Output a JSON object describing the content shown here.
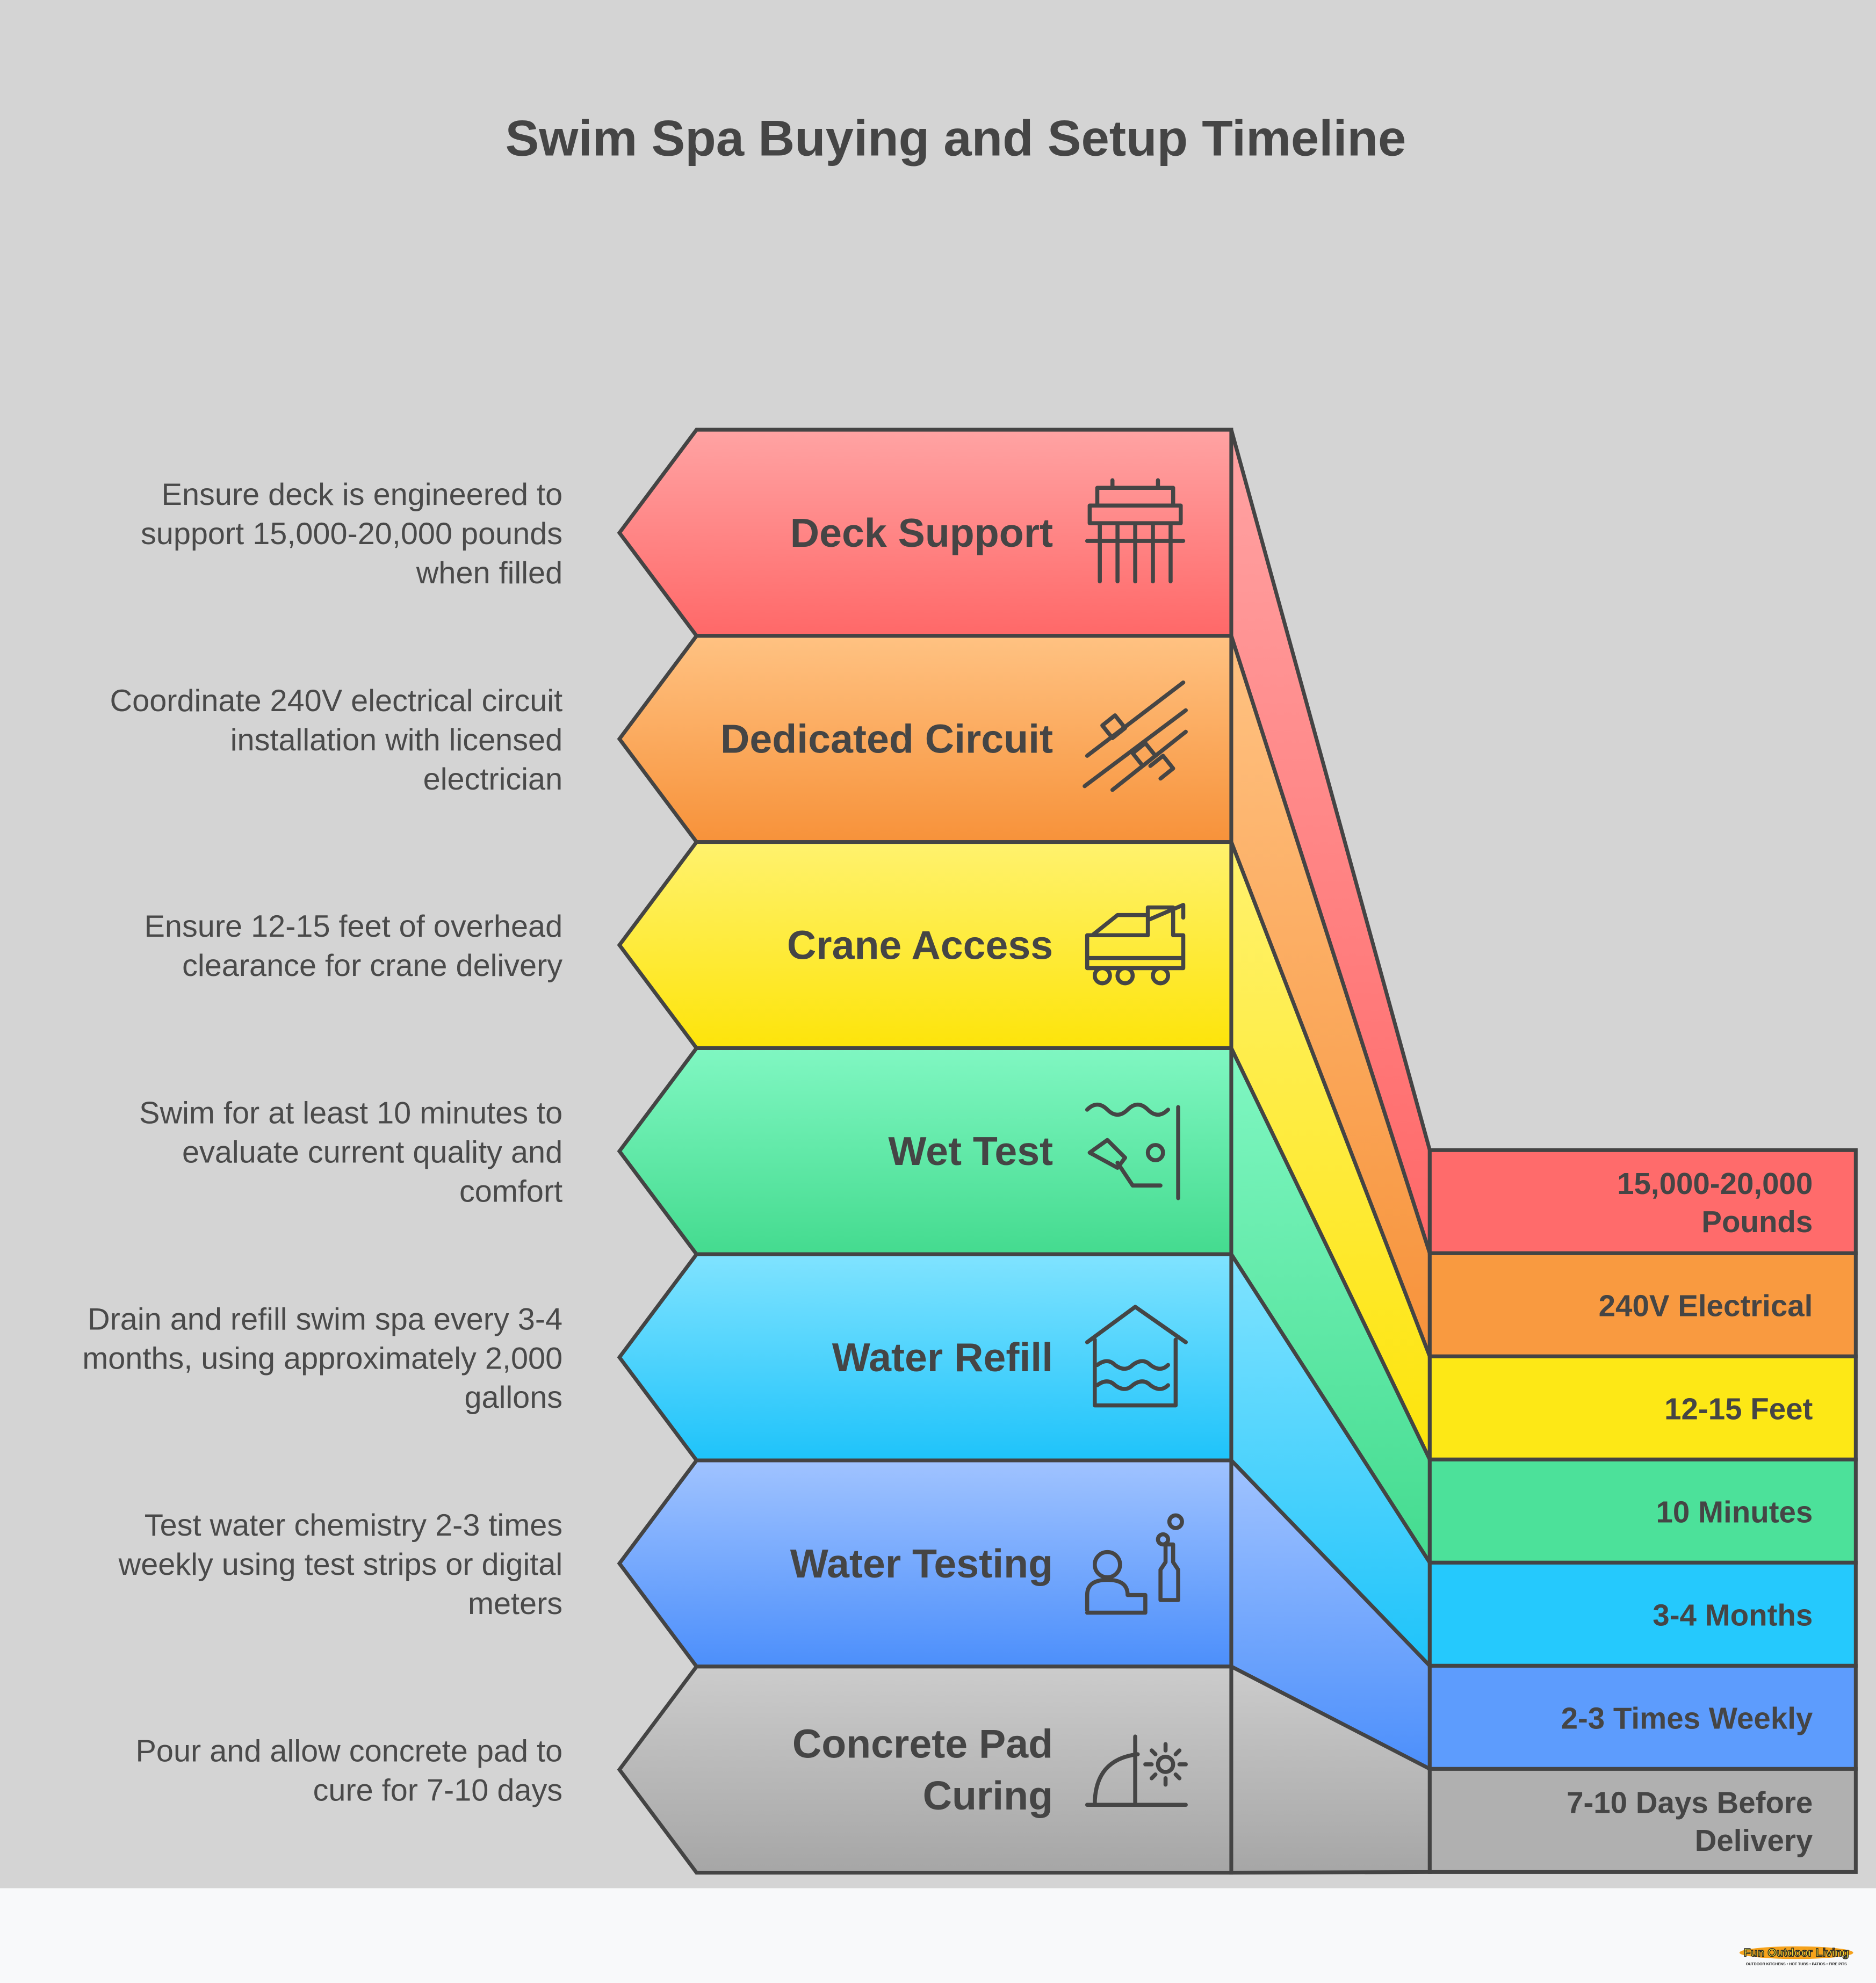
{
  "title": "Swim Spa Buying and Setup Timeline",
  "background_color": "#d4d4d4",
  "steps": [
    {
      "label": [
        "Deck Support"
      ],
      "icon": "deck-icon",
      "description": [
        "Ensure deck is engineered to",
        "support 15,000-20,000 pounds",
        "when filled"
      ],
      "value": [
        "15,000-20,000",
        "Pounds"
      ],
      "color_top": "#ffa3a3",
      "color_bottom": "#ff6868",
      "box_color": "#ff6b6b"
    },
    {
      "label": [
        "Dedicated Circuit"
      ],
      "icon": "electrical-fuse-icon",
      "description": [
        "Coordinate 240V electrical circuit",
        "installation with licensed",
        "electrician"
      ],
      "value": [
        "240V Electrical"
      ],
      "color_top": "#ffc282",
      "color_bottom": "#f7923a",
      "box_color": "#f99a40"
    },
    {
      "label": [
        "Crane Access"
      ],
      "icon": "crane-truck-icon",
      "description": [
        "Ensure 12-15 feet of overhead",
        "clearance for crane delivery"
      ],
      "value": [
        "12-15 Feet"
      ],
      "color_top": "#fff26e",
      "color_bottom": "#fde40a",
      "box_color": "#fde816"
    },
    {
      "label": [
        "Wet Test"
      ],
      "icon": "swimmer-icon",
      "description": [
        "Swim for at least 10 minutes to",
        "evaluate current quality and",
        "comfort"
      ],
      "value": [
        "10 Minutes"
      ],
      "color_top": "#80f7c2",
      "color_bottom": "#44db8f",
      "box_color": "#4ce19a"
    },
    {
      "label": [
        "Water Refill"
      ],
      "icon": "water-house-icon",
      "description": [
        "Drain and refill swim spa every 3-4",
        "months, using approximately 2,000",
        "gallons"
      ],
      "value": [
        "3-4 Months"
      ],
      "color_top": "#80e3ff",
      "color_bottom": "#1ec3fa",
      "box_color": "#25c9fd"
    },
    {
      "label": [
        "Water Testing"
      ],
      "icon": "chemist-bottle-icon",
      "description": [
        "Test water chemistry 2-3 times",
        "weekly using test strips or digital",
        "meters"
      ],
      "value": [
        "2-3 Times Weekly"
      ],
      "color_top": "#a0c3ff",
      "color_bottom": "#4c8ffb",
      "box_color": "#5d9cfd"
    },
    {
      "label": [
        "Concrete Pad",
        "Curing"
      ],
      "icon": "curing-sun-icon",
      "description": [
        "Pour and allow concrete pad to",
        "cure for 7-10 days"
      ],
      "value": [
        "7-10 Days Before",
        "Delivery"
      ],
      "color_top": "#cccccc",
      "color_bottom": "#a6a6a6",
      "box_color": "#b0b0b0"
    }
  ],
  "logo": {
    "name": "Fun Outdoor Living",
    "tagline": "OUTDOOR KITCHENS • HOT TUBS • PATIOS • FIRE PITS"
  }
}
